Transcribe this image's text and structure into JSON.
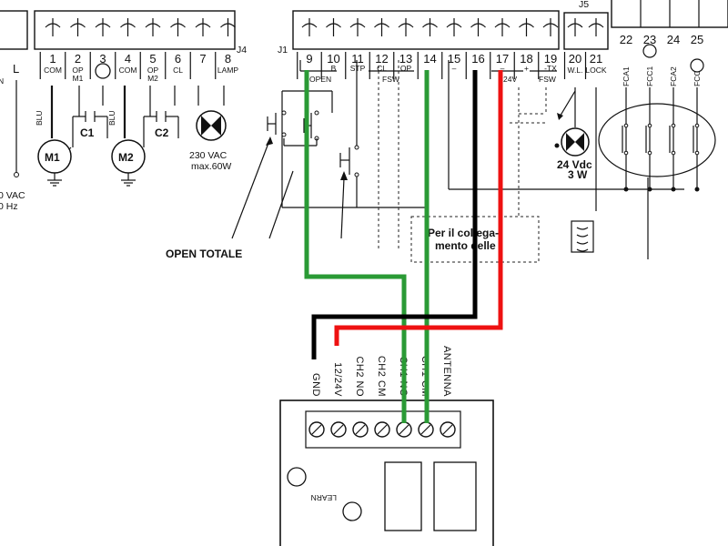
{
  "colors": {
    "green_wire": "#2a9a35",
    "black_wire": "#000000",
    "red_wire": "#ee1111"
  },
  "board": {
    "j4": "J4",
    "j1": "J1",
    "j5": "J5",
    "left_label": "L",
    "left_partial_n": "N",
    "terminals_left": [
      {
        "num": "1",
        "label": "COM"
      },
      {
        "num": "2",
        "label": "OP\nM1"
      },
      {
        "num": "3",
        "label": ""
      },
      {
        "num": "4",
        "label": "COM"
      },
      {
        "num": "5",
        "label": "OP\nM2"
      },
      {
        "num": "6",
        "label": "CL"
      },
      {
        "num": "7",
        "label": ""
      },
      {
        "num": "8",
        "label": "LAMP"
      }
    ],
    "terminals_j1": [
      {
        "num": "9",
        "label": ""
      },
      {
        "num": "10",
        "label": "B"
      },
      {
        "num": "11",
        "label": "STP"
      },
      {
        "num": "12",
        "label": "CL"
      },
      {
        "num": "13",
        "label": "OP"
      },
      {
        "num": "14",
        "label": ""
      },
      {
        "num": "15",
        "label": "–"
      },
      {
        "num": "16",
        "label": ""
      },
      {
        "num": "17",
        "label": "–"
      },
      {
        "num": "18",
        "label": "+"
      },
      {
        "num": "19",
        "label": "-TX"
      }
    ],
    "group_labels": {
      "open": "OPEN",
      "fsw1": "FSW",
      "v24": "24V",
      "fsw2": "FSW"
    },
    "terminals_j5": [
      {
        "num": "20",
        "label": "W.L."
      },
      {
        "num": "21",
        "label": "LOCK"
      }
    ],
    "terminals_right": [
      {
        "num": "22",
        "label": "FCA1"
      },
      {
        "num": "23",
        "label": "FCC1"
      },
      {
        "num": "24",
        "label": "FCA2"
      },
      {
        "num": "25",
        "label": "FCC2"
      }
    ],
    "motor1": "M1",
    "motor2": "M2",
    "cap1": "C1",
    "cap2": "C2",
    "blu1": "BLU",
    "blu2": "BLU",
    "lamp_volt": "230 VAC",
    "lamp_power": "max.60W",
    "mains_volt": "0 VAC",
    "mains_hz": "0 Hz",
    "wl_volt": "24 Vdc",
    "wl_power": "3 W",
    "open_totale": "OPEN TOTALE",
    "note_line1": "Per il collega-",
    "note_line2": "mento delle"
  },
  "receiver": {
    "terminals": [
      "GND",
      "12/24V",
      "CH2 NO",
      "CH2 CM",
      "CH1 NO",
      "CH1 CM",
      "ANTENNA"
    ],
    "learn_label": "LEARN"
  }
}
